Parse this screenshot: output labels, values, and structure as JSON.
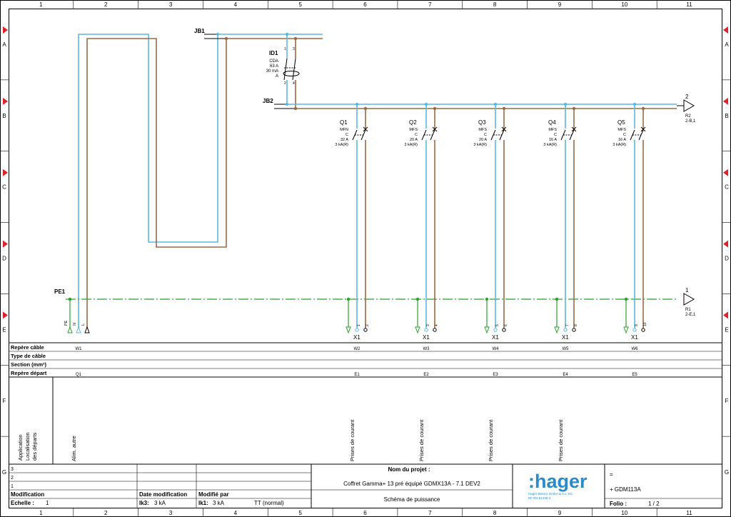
{
  "border": {
    "columns": [
      "1",
      "2",
      "3",
      "4",
      "5",
      "6",
      "7",
      "8",
      "9",
      "10",
      "11"
    ],
    "rows": [
      "A",
      "B",
      "C",
      "D",
      "E",
      "F",
      "G"
    ]
  },
  "labels": {
    "jb1": "JB1",
    "jb2": "JB2",
    "pe1": "PE1",
    "x1": "X1"
  },
  "id1": {
    "name": "ID1",
    "lines": [
      "CDA",
      "63 A",
      "30 mA",
      "A"
    ],
    "term_top": [
      "1",
      "3"
    ],
    "term_bot": [
      "2",
      "4"
    ]
  },
  "breakers": [
    {
      "name": "Q1",
      "lines": [
        "MFN",
        "C",
        "32 A",
        "3 kA(R)"
      ]
    },
    {
      "name": "Q2",
      "lines": [
        "MFS",
        "C",
        "20 A",
        "3 kA(R)"
      ]
    },
    {
      "name": "Q3",
      "lines": [
        "MFS",
        "C",
        "20 A",
        "3 kA(R)"
      ]
    },
    {
      "name": "Q4",
      "lines": [
        "MFS",
        "C",
        "16 A",
        "3 kA(R)"
      ]
    },
    {
      "name": "Q5",
      "lines": [
        "MFS",
        "C",
        "16 A",
        "3 kA(R)"
      ]
    }
  ],
  "terminals": [
    {
      "n": "1",
      "l": "2"
    },
    {
      "n": "3",
      "l": "4"
    },
    {
      "n": "5",
      "l": "6"
    },
    {
      "n": "7",
      "l": "8"
    },
    {
      "n": "9",
      "l": "10"
    }
  ],
  "input_terms": [
    "PE",
    "N",
    "L"
  ],
  "ref_top": {
    "num": "2",
    "code": "R2",
    "loc": "2-B,1"
  },
  "ref_bot": {
    "num": "1",
    "code": "R1",
    "loc": "2-E,1"
  },
  "table": {
    "row_labels": [
      "Repère câble",
      "Type de câble",
      "Section (mm²)",
      "Repère départ"
    ],
    "cables": [
      "W1",
      "W2",
      "W3",
      "W4",
      "W5",
      "W6"
    ],
    "departs": [
      "Q1",
      "E1",
      "E2",
      "E3",
      "E4",
      "E5"
    ],
    "app_header": [
      "Application",
      "Localisation",
      "des départs"
    ],
    "applications": [
      "Alim. autre",
      "Prises de courant",
      "Prises de courant",
      "Prises de courant",
      "Prises de courant"
    ]
  },
  "title_block": {
    "rev_rows": [
      "3",
      "2",
      "1"
    ],
    "modification": "Modification",
    "echelle_label": "Echelle :",
    "echelle_value": "1",
    "date_mod": "Date modification",
    "modifie_par": "Modifié par",
    "ik3_label": "Ik3:",
    "ik3_value": "3 kA",
    "ik1_label": "Ik1:",
    "ik1_value": "3 kA",
    "tt": "TT (normal)",
    "project_label": "Nom du projet :",
    "project_name": "Coffret Gamma+ 13 pré équipé  GDMX13A - 7.1 DEV2",
    "schema": "Schéma de puissance",
    "logo": ":hager",
    "company_1": "Hager Electro GmbH & Co. KG",
    "company_2": "NF EN 61439-3",
    "eq": "=",
    "location": "+ GDM113A",
    "folio_label": "Folio :",
    "folio_value": "1 / 2"
  },
  "colors": {
    "neutral": "#5bb8e0",
    "phase": "#9a6a45",
    "earth": "#2aa02a",
    "marker": "#e0202a",
    "logo": "#2a8bc8"
  }
}
